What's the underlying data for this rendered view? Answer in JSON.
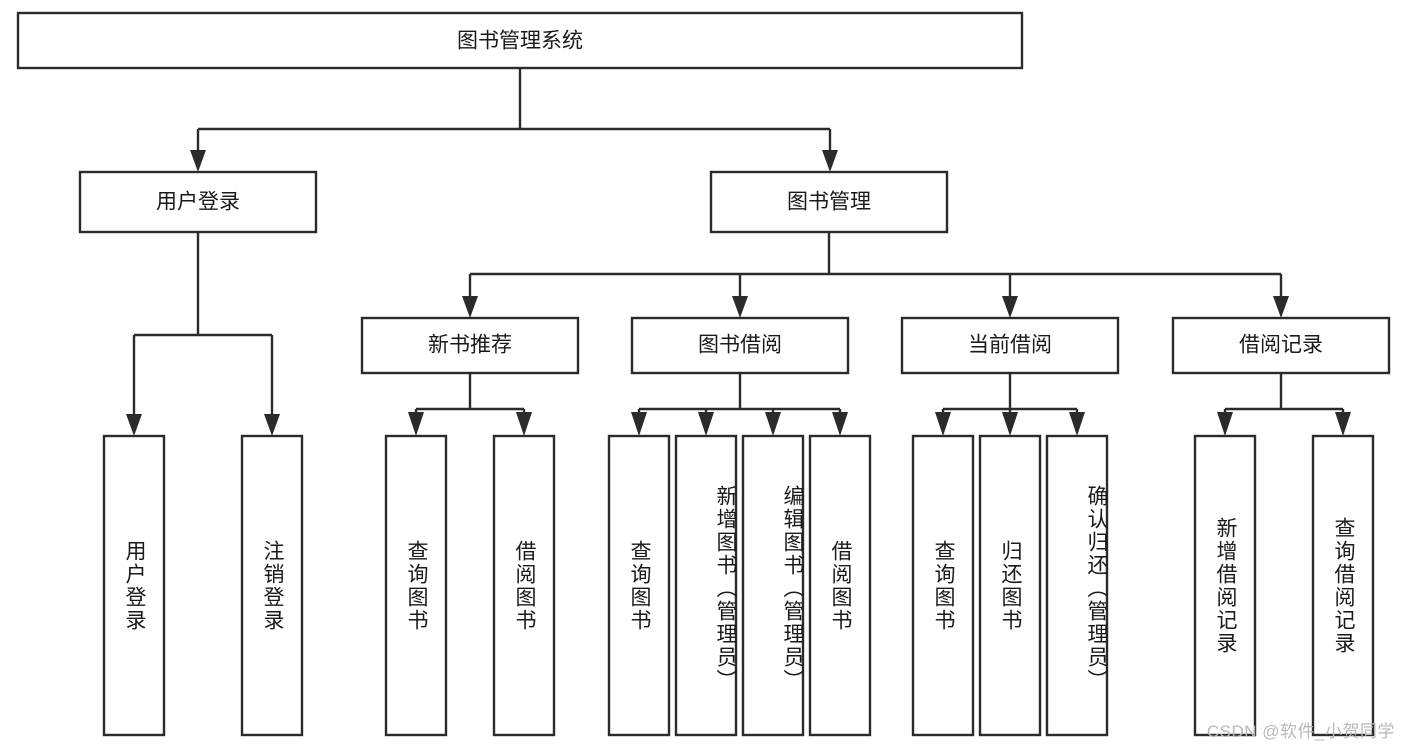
{
  "diagram": {
    "title": "图书管理系统",
    "type": "hierarchy-tree",
    "colors": {
      "background": "#ffffff",
      "box_fill": "#ffffff",
      "box_stroke": "#2b2b2b",
      "text": "#1a1a1a",
      "watermark": "#b8b8b8"
    },
    "root": {
      "label": "图书管理系统"
    },
    "level2": [
      {
        "label": "用户登录"
      },
      {
        "label": "图书管理"
      }
    ],
    "level3": [
      {
        "label": "新书推荐"
      },
      {
        "label": "图书借阅"
      },
      {
        "label": "当前借阅"
      },
      {
        "label": "借阅记录"
      }
    ],
    "leaves": {
      "user_login": [
        {
          "label": "用户登录"
        },
        {
          "label": "注销登录"
        }
      ],
      "new_book_recommend": [
        {
          "label": "查询图书"
        },
        {
          "label": "借阅图书"
        }
      ],
      "book_borrow": [
        {
          "label": "查询图书"
        },
        {
          "label": "新增图书（管理员）"
        },
        {
          "label": "编辑图书（管理员）"
        },
        {
          "label": "借阅图书"
        }
      ],
      "current_borrow": [
        {
          "label": "查询图书"
        },
        {
          "label": "归还图书"
        },
        {
          "label": "确认归还（管理员）"
        }
      ],
      "borrow_record": [
        {
          "label": "新增借阅记录"
        },
        {
          "label": "查询借阅记录"
        }
      ]
    },
    "watermark": "CSDN @软件_小贺同学"
  }
}
